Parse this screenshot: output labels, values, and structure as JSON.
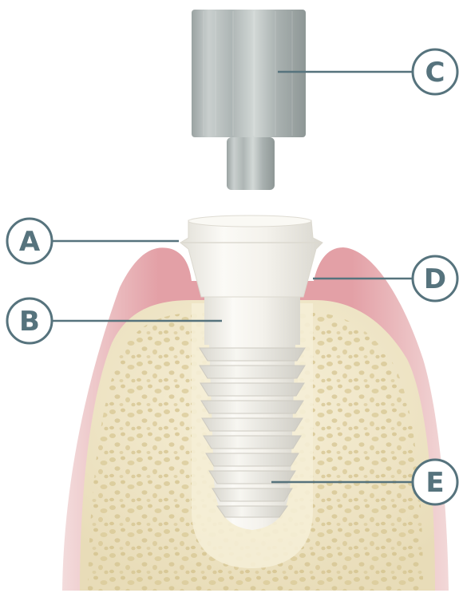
{
  "labels": {
    "a": "A",
    "b": "B",
    "c": "C",
    "d": "D",
    "e": "E"
  },
  "colors": {
    "callout": "#56737d",
    "gum": "#e6a4a8",
    "bone": "#efe5c6",
    "implant": "#f4f2ec",
    "metal": "#b4bcbb"
  }
}
